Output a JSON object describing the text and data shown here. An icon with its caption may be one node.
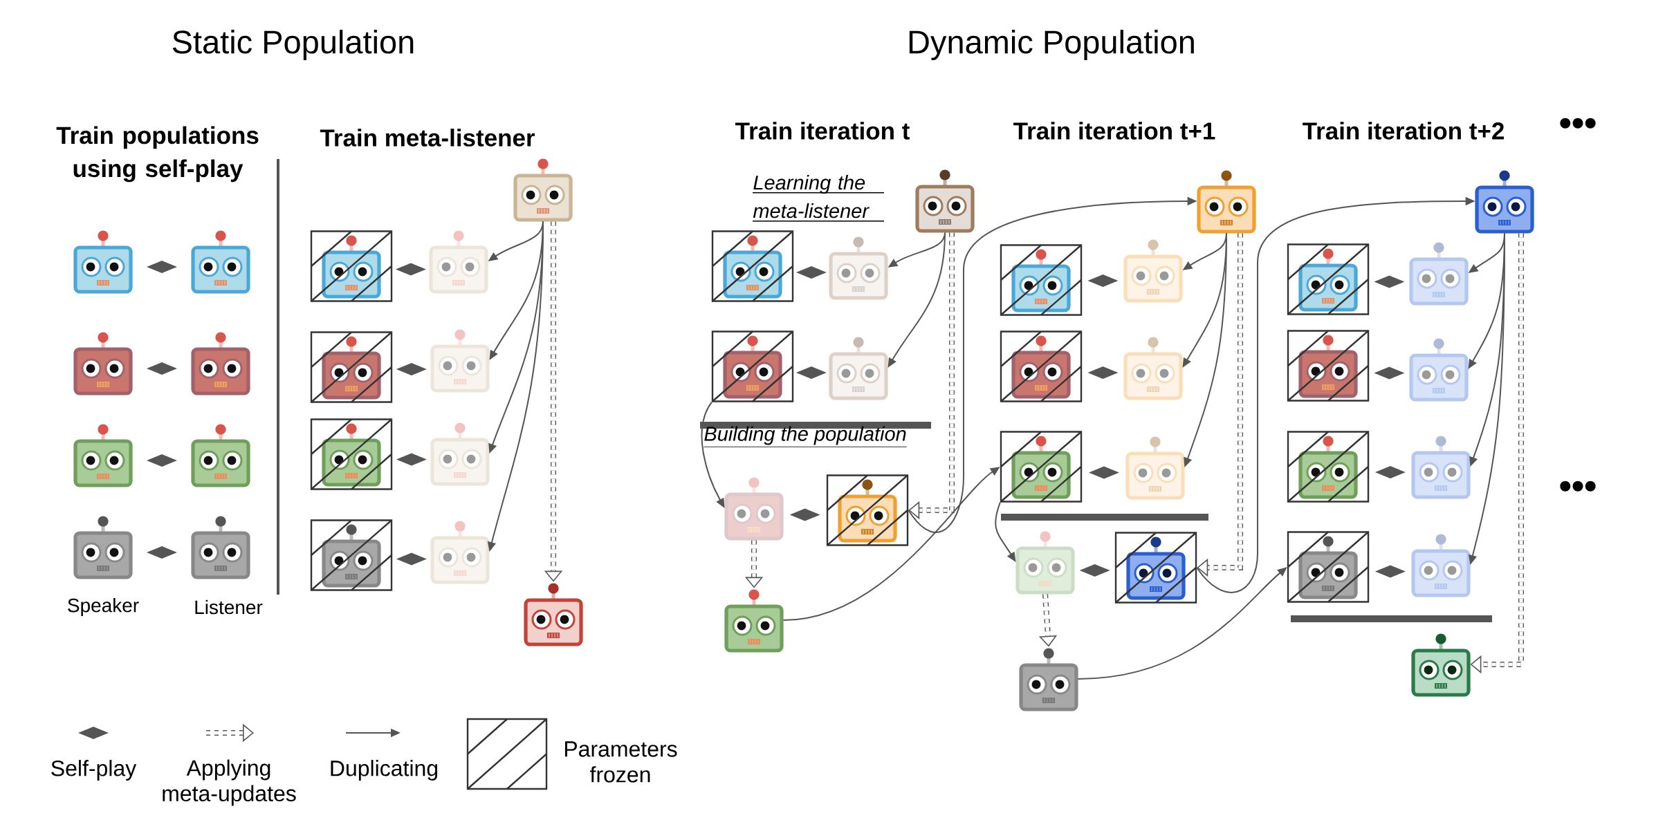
{
  "diagram": {
    "nodes": [
      {
        "text": [],
        "shape": "picture"
      },
      {
        "text": [],
        "shape": "picture"
      },
      {
        "text": [],
        "shape": "picture"
      },
      {
        "text": [],
        "shape": "picture"
      },
      {
        "text": [],
        "shape": "picture"
      },
      {
        "text": [],
        "shape": "picture"
      },
      {
        "text": [],
        "shape": "picture"
      },
      {
        "text": [],
        "shape": "picture"
      },
      {
        "text": [],
        "shape": "picture"
      },
      {
        "text": [],
        "shape": "box"
      },
      {
        "text": [],
        "shape": "picture",
        "in": 9
      },
      {
        "text": [],
        "shape": "picture"
      },
      {
        "text": [],
        "shape": "box"
      },
      {
        "text": [],
        "shape": "picture",
        "in": 12
      },
      {
        "text": [],
        "shape": "picture"
      },
      {
        "text": [],
        "shape": "box"
      },
      {
        "text": [],
        "shape": "picture",
        "in": 15
      },
      {
        "text": [],
        "shape": "picture"
      },
      {
        "text": [],
        "shape": "box"
      },
      {
        "text": [],
        "shape": "picture",
        "in": 18
      },
      {
        "text": [],
        "shape": "picture"
      },
      {
        "text": [],
        "shape": "picture"
      },
      {
        "text": [],
        "shape": "picture"
      },
      {
        "text": [],
        "shape": "box"
      },
      {
        "text": [],
        "shape": "picture",
        "in": 23
      },
      {
        "text": [],
        "shape": "picture"
      },
      {
        "text": [],
        "shape": "box"
      },
      {
        "text": [],
        "shape": "picture",
        "in": 26
      },
      {
        "text": [],
        "shape": "picture"
      },
      {
        "text": [],
        "shape": "picture"
      },
      {
        "text": [],
        "shape": "box"
      },
      {
        "text": [],
        "shape": "picture",
        "in": 30
      },
      {
        "text": [],
        "shape": "picture"
      },
      {
        "text": [],
        "shape": "picture"
      },
      {
        "text": [],
        "shape": "box"
      },
      {
        "text": [],
        "shape": "picture",
        "in": 34
      },
      {
        "text": [],
        "shape": "picture"
      },
      {
        "text": [],
        "shape": "box"
      },
      {
        "text": [],
        "shape": "picture",
        "in": 37
      },
      {
        "text": [],
        "shape": "picture"
      },
      {
        "text": [],
        "shape": "box"
      },
      {
        "text": [],
        "shape": "picture",
        "in": 40
      },
      {
        "text": [],
        "shape": "picture"
      },
      {
        "text": [],
        "shape": "picture"
      },
      {
        "text": [],
        "shape": "box"
      },
      {
        "text": [],
        "shape": "picture",
        "in": 44
      },
      {
        "text": [],
        "shape": "picture"
      },
      {
        "text": [],
        "shape": "picture"
      },
      {
        "text": [],
        "shape": "box"
      },
      {
        "text": [],
        "shape": "picture",
        "in": 48
      },
      {
        "text": [],
        "shape": "picture"
      },
      {
        "text": [],
        "shape": "box"
      },
      {
        "text": [],
        "shape": "picture",
        "in": 51
      },
      {
        "text": [],
        "shape": "picture"
      },
      {
        "text": [],
        "shape": "box"
      },
      {
        "text": [],
        "shape": "picture",
        "in": 54
      },
      {
        "text": [],
        "shape": "picture"
      },
      {
        "text": [],
        "shape": "box"
      },
      {
        "text": [],
        "shape": "picture",
        "in": 57
      },
      {
        "text": [],
        "shape": "picture"
      },
      {
        "text": [],
        "shape": "picture"
      }
    ],
    "edges": [
      {
        "from": 0,
        "to": 1,
        "arrow": "none"
      },
      {
        "from": 2,
        "to": 3,
        "arrow": "none"
      },
      {
        "from": 4,
        "to": 5,
        "arrow": "none"
      },
      {
        "from": 6,
        "to": 7,
        "arrow": "none"
      },
      {
        "from": 9,
        "to": 11,
        "arrow": "none"
      },
      {
        "from": 12,
        "to": 14,
        "arrow": "none"
      },
      {
        "from": 15,
        "to": 17,
        "arrow": "none"
      },
      {
        "from": 18,
        "to": 20,
        "arrow": "none"
      },
      {
        "from": 8,
        "to": 11,
        "arrow": "to"
      },
      {
        "from": 8,
        "to": 14,
        "arrow": "to"
      },
      {
        "from": 8,
        "to": 17,
        "arrow": "to"
      },
      {
        "from": 8,
        "to": 20,
        "arrow": "to"
      },
      {
        "from": 8,
        "to": 21,
        "arrow": "to",
        "style": "dashed"
      },
      {
        "from": 23,
        "to": 25,
        "arrow": "none"
      },
      {
        "from": 26,
        "to": 28,
        "arrow": "none"
      },
      {
        "from": 22,
        "to": 25,
        "arrow": "to"
      },
      {
        "from": 22,
        "to": 28,
        "arrow": "to"
      },
      {
        "from": 22,
        "to": 30,
        "arrow": "to",
        "style": "dashed"
      },
      {
        "from": 26,
        "to": 29,
        "arrow": "to"
      },
      {
        "from": 29,
        "to": 30,
        "arrow": "none"
      },
      {
        "from": 29,
        "to": 32,
        "arrow": "to",
        "style": "dashed"
      },
      {
        "from": 30,
        "to": 33,
        "arrow": "to"
      },
      {
        "from": 32,
        "to": 40,
        "arrow": "to"
      },
      {
        "from": 34,
        "to": 36,
        "arrow": "none"
      },
      {
        "from": 37,
        "to": 39,
        "arrow": "none"
      },
      {
        "from": 40,
        "to": 42,
        "arrow": "none"
      },
      {
        "from": 33,
        "to": 36,
        "arrow": "to"
      },
      {
        "from": 33,
        "to": 39,
        "arrow": "to"
      },
      {
        "from": 33,
        "to": 42,
        "arrow": "to"
      },
      {
        "from": 33,
        "to": 44,
        "arrow": "to",
        "style": "dashed"
      },
      {
        "from": 40,
        "to": 43,
        "arrow": "to"
      },
      {
        "from": 43,
        "to": 44,
        "arrow": "none"
      },
      {
        "from": 43,
        "to": 46,
        "arrow": "to",
        "style": "dashed"
      },
      {
        "from": 44,
        "to": 47,
        "arrow": "to"
      },
      {
        "from": 46,
        "to": 57,
        "arrow": "to"
      },
      {
        "from": 48,
        "to": 50,
        "arrow": "none"
      },
      {
        "from": 51,
        "to": 53,
        "arrow": "none"
      },
      {
        "from": 54,
        "to": 56,
        "arrow": "none"
      },
      {
        "from": 57,
        "to": 59,
        "arrow": "none"
      },
      {
        "from": 47,
        "to": 50,
        "arrow": "to"
      },
      {
        "from": 47,
        "to": 53,
        "arrow": "to"
      },
      {
        "from": 47,
        "to": 56,
        "arrow": "to"
      },
      {
        "from": 47,
        "to": 59,
        "arrow": "to"
      },
      {
        "from": 47,
        "to": 60,
        "arrow": "to",
        "style": "dashed"
      }
    ],
    "labels": [
      "Static Population",
      "Dynamic Population",
      "Train populations using self-play",
      "Train meta-listener",
      "Train iteration t",
      "Train iteration t+1",
      "Train iteration t+2",
      "•••",
      "Learning the meta-listener",
      "Building the population",
      "•••",
      "Speaker",
      "Listener"
    ],
    "legend": [
      {
        "text": "Self-play"
      },
      {
        "text": "Applying meta-updates"
      },
      {
        "text": "Duplicating"
      },
      {
        "text": "Parameters frozen"
      }
    ]
  }
}
